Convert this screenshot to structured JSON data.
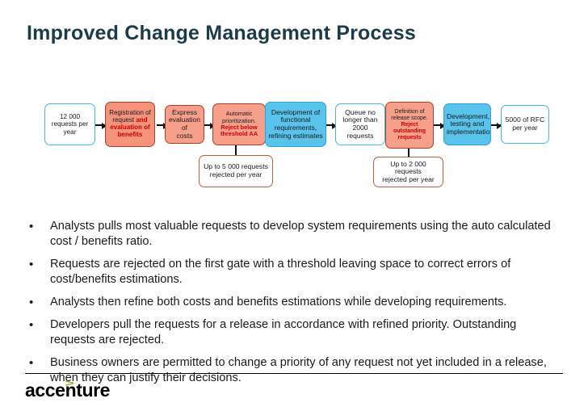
{
  "slide": {
    "title": "Improved Change Management Process"
  },
  "flow": {
    "boxes": [
      {
        "id": "intake-volume",
        "style": "box-white-blue",
        "font": 8.2,
        "lines": [
          {
            "t": "12 000",
            "b": false
          },
          {
            "t": "requests per",
            "b": false
          },
          {
            "t": "year",
            "b": false
          }
        ]
      },
      {
        "id": "registration",
        "style": "box-salmon",
        "font": 8.0,
        "lines": [
          {
            "t": "Registration of",
            "b": false
          },
          {
            "t": "request and",
            "b": "split"
          },
          {
            "t": "evaluation of",
            "b": true
          },
          {
            "t": "benefits",
            "b": true
          }
        ]
      },
      {
        "id": "express-evaluation",
        "style": "box-salmon-light",
        "font": 8.6,
        "lines": [
          {
            "t": "Express",
            "b": false
          },
          {
            "t": "evaluation of",
            "b": false
          },
          {
            "t": "costs",
            "b": false
          }
        ]
      },
      {
        "id": "automatic-prioritization",
        "style": "box-salmon-light",
        "font": 7.4,
        "lines": [
          {
            "t": "Automatic",
            "b": false
          },
          {
            "t": "prioritization.",
            "b": false
          },
          {
            "t": "Reject below",
            "b": true
          },
          {
            "t": "threshold AA",
            "b": true
          }
        ]
      },
      {
        "id": "functional-requirements",
        "style": "box-blue",
        "font": 8.6,
        "lines": [
          {
            "t": "Development of",
            "b": false
          },
          {
            "t": "functional",
            "b": false
          },
          {
            "t": "requirements,",
            "b": false
          },
          {
            "t": "refining estimates",
            "b": false
          }
        ]
      },
      {
        "id": "queue-limit",
        "style": "box-white-blue",
        "font": 8.6,
        "lines": [
          {
            "t": "Queue no",
            "b": false
          },
          {
            "t": "longer than",
            "b": false
          },
          {
            "t": "2000 requests",
            "b": false
          }
        ]
      },
      {
        "id": "release-scope",
        "style": "box-salmon-light",
        "font": 7.0,
        "lines": [
          {
            "t": "Definition of",
            "b": false
          },
          {
            "t": "release scope.",
            "b": false
          },
          {
            "t": "Reject",
            "b": true
          },
          {
            "t": "outstanding",
            "b": true
          },
          {
            "t": "requests",
            "b": true
          }
        ]
      },
      {
        "id": "development-testing",
        "style": "box-blue",
        "font": 8.6,
        "lines": [
          {
            "t": "Development,",
            "b": false
          },
          {
            "t": "testing and",
            "b": false
          },
          {
            "t": "implementation",
            "b": false
          }
        ]
      },
      {
        "id": "output-volume",
        "style": "box-white-blue",
        "font": 8.6,
        "lines": [
          {
            "t": "5000 of RFC",
            "b": false
          },
          {
            "t": "per year",
            "b": false
          }
        ]
      }
    ],
    "rejected_boxes": [
      {
        "id": "rejected-first-gate",
        "lines": [
          {
            "t": "Up to 5 000 requests",
            "b": false
          },
          {
            "t": "rejected per year",
            "b": false
          }
        ]
      },
      {
        "id": "rejected-release",
        "lines": [
          {
            "t": "Up to 2 000 requests",
            "b": false
          },
          {
            "t": "rejected per year",
            "b": false
          }
        ]
      }
    ]
  },
  "bullets": {
    "marker": "•",
    "items": [
      "Analysts pulls most valuable requests to develop system requirements using the auto calculated cost / benefits ratio.",
      "Requests are rejected on the first gate with a threshold leaving space to correct errors of cost/benefits estimations.",
      "Analysts then refine both costs and benefits estimations while developing requirements.",
      "Developers pull the requests for a release in accordance with refined priority. Outstanding requests are rejected.",
      "Business owners are permitted to change a priority of any request not yet included in a release, when they can justify their decisions."
    ]
  },
  "footer": {
    "logo_text": "accenture",
    "logo_chevron": ">"
  },
  "colors": {
    "title": "#1b3a4b",
    "accent_blue": "#41b6e6",
    "fill_blue": "#59c3ec",
    "fill_salmon": "#f4937c",
    "border_salmon": "#a6402a",
    "reject_red": "#cc0000",
    "reject_border": "#c25a33",
    "connector_olive": "#8a7a2e",
    "logo_chevron": "#a3a436"
  }
}
